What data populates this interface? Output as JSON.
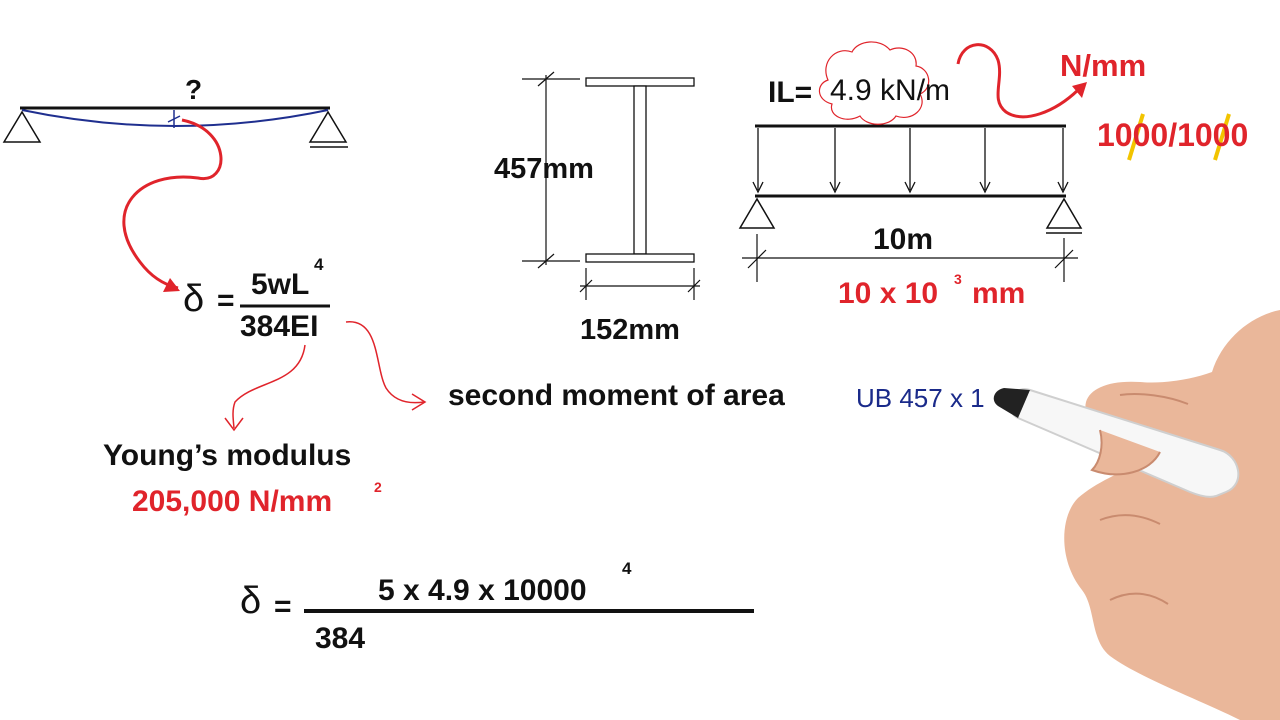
{
  "colors": {
    "ink": "#111111",
    "red": "#e0242b",
    "navy": "#1a2a8a",
    "deflected_beam": "#1f2f8f",
    "strike": "#f2c400"
  },
  "simple_beam": {
    "question_mark": "?"
  },
  "formula": {
    "delta": "δ",
    "equals": "=",
    "numerator": "5wL",
    "numerator_exp": "4",
    "denominator": "384EI"
  },
  "section": {
    "depth": "457mm",
    "width": "152mm"
  },
  "loaded_beam": {
    "load_prefix": "IL=",
    "load_value": "4.9 kN/m",
    "span": "10m",
    "span_mm_base": "10 x 10",
    "span_mm_exp": "3",
    "span_mm_unit": "mm"
  },
  "unit_conversion": {
    "unit": "N/mm",
    "ratio": "1000/1000"
  },
  "terms": {
    "second_moment": "second moment of area",
    "section_designation": "UB 457 x 1",
    "youngs_modulus": "Young’s modulus",
    "youngs_value": "205,000 N/mm",
    "youngs_exp": "2"
  },
  "substitution": {
    "delta": "δ",
    "equals": "=",
    "numerator": "5 x 4.9 x 10000",
    "numerator_exp": "4",
    "denominator": "384"
  },
  "decorations": {
    "hand": "hand-holding-marker"
  }
}
